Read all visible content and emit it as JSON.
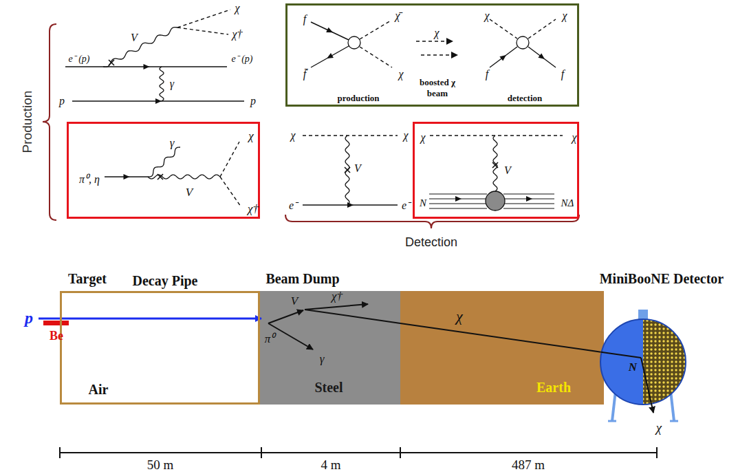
{
  "diagram": {
    "nodes": [
      {
        "text": [
          "π⁰, η",
          "γ",
          "V",
          "χ",
          "χ†"
        ]
      },
      {
        "text": [
          "f",
          "f̄",
          "χ̄",
          "χ",
          "production",
          "χ",
          "boosted χ beam",
          "χ",
          "χ",
          "f",
          "f",
          "detection"
        ]
      },
      {
        "text": [
          "χ",
          "χ",
          "V",
          "N",
          "NΔ"
        ]
      },
      {
        "text": [
          "Decay Pipe",
          "Air"
        ]
      },
      {
        "text": [
          "Beam Dump",
          "Steel",
          "π⁰",
          "V",
          "χ†",
          "γ"
        ]
      },
      {
        "text": [
          "Earth"
        ]
      },
      {
        "text": [
          "MiniBooNE Detector",
          "N",
          "χ"
        ]
      }
    ],
    "edges": [
      {
        "from": 4,
        "to": 6,
        "arrow": "none",
        "label": "χ"
      }
    ],
    "labels": [
      "Production",
      "χ",
      "χ†",
      "V",
      "e⁻ (p)",
      "e⁻ (p)",
      "γ",
      "p",
      "p",
      "χ",
      "χ",
      "V",
      "e⁻",
      "e⁻",
      "Detection",
      "Target",
      "p",
      "Be",
      "50 m",
      "4 m",
      "487 m"
    ]
  }
}
